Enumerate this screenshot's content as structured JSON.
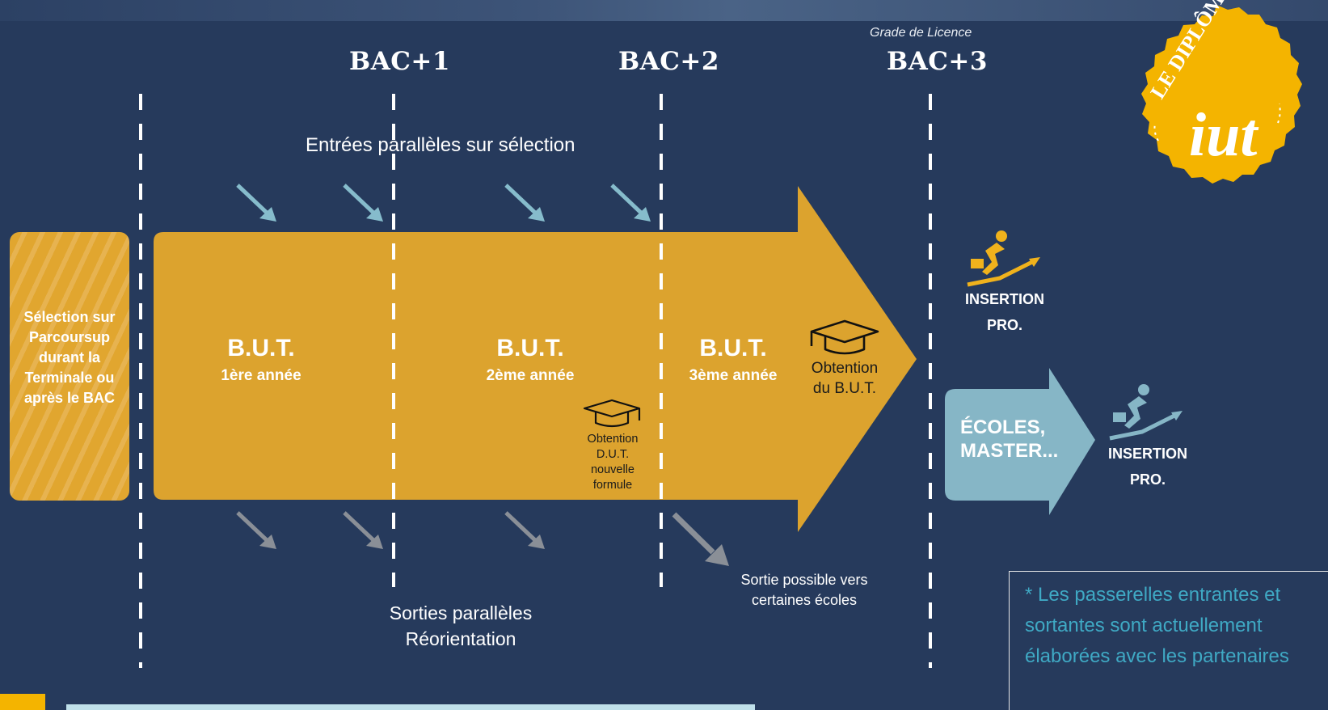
{
  "timeline": {
    "grade_label": "Grade de Licence",
    "bac_labels": [
      "BAC+1",
      "BAC+2",
      "BAC+3"
    ]
  },
  "entries_label": "Entrées parallèles sur sélection",
  "sorties_label": [
    "Sorties parallèles",
    "Réorientation"
  ],
  "sortie_ecoles_label": [
    "Sortie possible vers",
    "certaines écoles"
  ],
  "selection_label": [
    "Sélection sur",
    "Parcoursup",
    "durant la",
    "Terminale ou",
    "après le BAC"
  ],
  "years": [
    {
      "title": "B.U.T.",
      "subtitle": "1ère année"
    },
    {
      "title": "B.U.T.",
      "subtitle": "2ème année"
    },
    {
      "title": "B.U.T.",
      "subtitle": "3ème année"
    }
  ],
  "obtention_dut": [
    "Obtention",
    "D.U.T.",
    "nouvelle",
    "formule"
  ],
  "obtention_but": [
    "Obtention",
    "du B.U.T."
  ],
  "insertion_label": [
    "INSERTION",
    "PRO."
  ],
  "ecoles_label": [
    "ÉCOLES,",
    "MASTER..."
  ],
  "badge": {
    "curved_text": "LE DIPLÔME DES",
    "logo": "iut"
  },
  "note": "* Les passerelles entrantes et sortantes sont actuellement élaborées avec les partenaires",
  "colors": {
    "background": "#263a5c",
    "arrow": "#dca32e",
    "selection_box": "#e1a62f",
    "ecoles_arrow": "#86b6c6",
    "entry_arrows": "#86bccc",
    "exit_arrows": "#8a8f97",
    "note_text": "#3fa9c4",
    "badge": "#f4b400"
  },
  "icons": {
    "graduation": "graduation-cap-icon",
    "insertion": "running-businessman-icon"
  }
}
